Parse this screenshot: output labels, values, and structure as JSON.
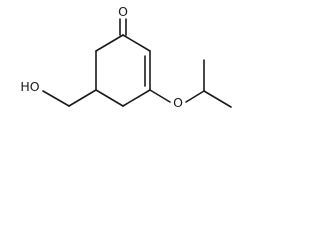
{
  "molecule": {
    "atoms": {
      "carbonyl_oxygen": "O",
      "ether_oxygen": "O",
      "hydroxyl": "HO"
    },
    "structure": {
      "ring": "cyclohexenone",
      "substituents": [
        "hydroxymethyl",
        "isopropoxy"
      ]
    },
    "colors": {
      "bond": "#1a1a1a",
      "background": "#ffffff"
    }
  }
}
